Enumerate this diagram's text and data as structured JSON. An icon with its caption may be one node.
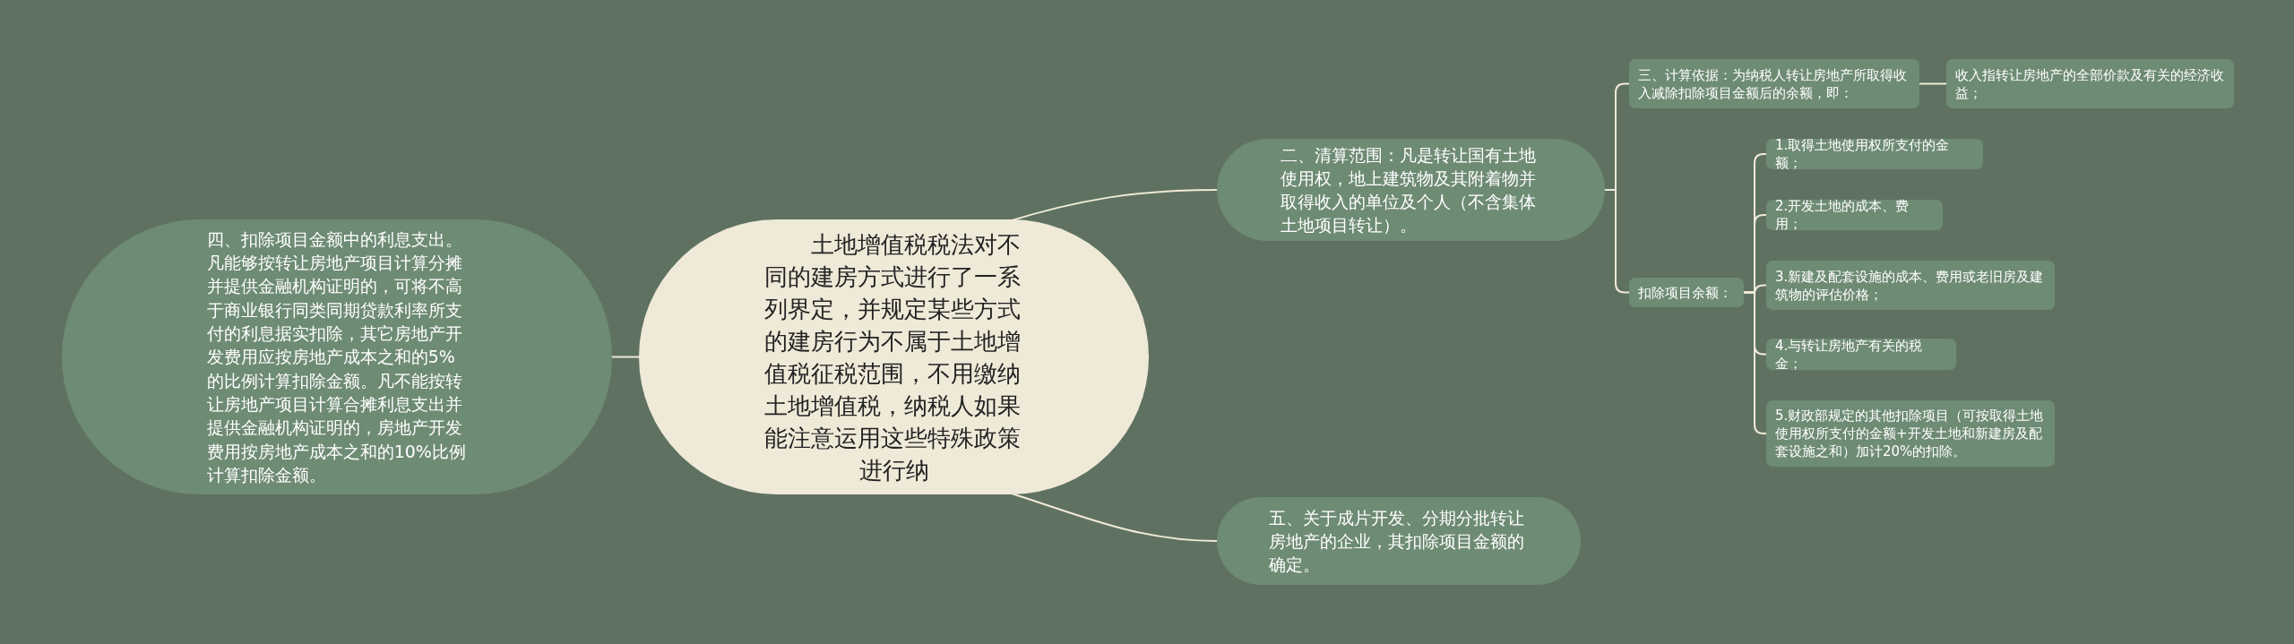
{
  "diagram": {
    "nodes": [
      {
        "text": [
          "土地增值税税法对不同的建房方式进行了一系列界定，并规定某些方式的建房行为不属于土地增值税征税范围，不用缴纳土地增值税，纳税人如果能注意运用这些特殊政策进行纳"
        ]
      },
      {
        "text": [
          "二、清算范围：凡是转让国有土地使用权，地上建筑物及其附着物并取得收入的单位及个人（不含集体土地项目转让）。"
        ]
      },
      {
        "text": [
          "三、计算依据：为纳税人转让房地产所取得收入减除扣除项目金额后的余额，即："
        ]
      },
      {
        "text": [
          "收入指转让房地产的全部价款及有关的经济收益；"
        ]
      },
      {
        "text": [
          "扣除项目余额："
        ]
      },
      {
        "text": [
          "1.取得土地使用权所支付的金额；"
        ]
      },
      {
        "text": [
          "2.开发土地的成本、费用；"
        ]
      },
      {
        "text": [
          "3.新建及配套设施的成本、费用或老旧房及建筑物的评估价格；"
        ]
      },
      {
        "text": [
          "4.与转让房地产有关的税金；"
        ]
      },
      {
        "text": [
          "5.财政部规定的其他扣除项目（可按取得土地使用权所支付的金额+开发土地和新建房及配套设施之和）加计20%的扣除。"
        ]
      },
      {
        "text": [
          "五、关于成片开发、分期分批转让房地产的企业，其扣除项目金额的确定。"
        ]
      },
      {
        "text": [
          "四、扣除项目金额中的利息支出。凡能够按转让房地产项目计算分摊并提供金融机构证明的，可将不高于商业银行同类同期贷款利率所支付的利息据实扣除，其它房地产开发费用应按房地产成本之和的5%的比例计算扣除金额。凡不能按转让房地产项目计算合摊利息支出并提供金融机构证明的，房地产开发费用按房地产成本之和的10%比例计算扣除金额。"
        ]
      }
    ],
    "edges": [
      {
        "from": 0,
        "to": 1,
        "arrow": "none"
      },
      {
        "from": 1,
        "to": 2,
        "arrow": "none"
      },
      {
        "from": 2,
        "to": 3,
        "arrow": "none"
      },
      {
        "from": 1,
        "to": 4,
        "arrow": "none"
      },
      {
        "from": 4,
        "to": 5,
        "arrow": "none"
      },
      {
        "from": 4,
        "to": 6,
        "arrow": "none"
      },
      {
        "from": 4,
        "to": 7,
        "arrow": "none"
      },
      {
        "from": 4,
        "to": 8,
        "arrow": "none"
      },
      {
        "from": 4,
        "to": 9,
        "arrow": "none"
      },
      {
        "from": 0,
        "to": 10,
        "arrow": "none"
      },
      {
        "from": 0,
        "to": 11,
        "arrow": "none"
      }
    ]
  }
}
